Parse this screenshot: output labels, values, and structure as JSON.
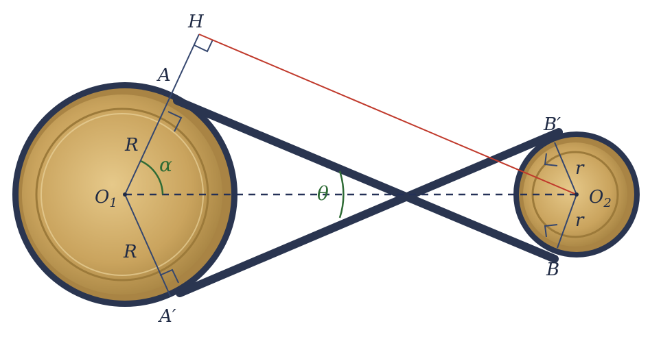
{
  "labels": {
    "H": "H",
    "A": "A",
    "A_prime": "A′",
    "B": "B",
    "B_prime": "B′",
    "R_upper": "R",
    "R_lower": "R",
    "r_upper": "r",
    "r_lower": "r",
    "O1_letter": "O",
    "O1_sub": "1",
    "O2_letter": "O",
    "O2_sub": "2",
    "alpha": "α",
    "theta": "θ"
  },
  "colors": {
    "belt": "#2a3550",
    "pulley_gold": "#c9a560",
    "pulley_rim": "#b08a45",
    "dashed": "#243056",
    "red_line": "#c0392b",
    "green_angle": "#2e6b35",
    "construction": "#34466e"
  }
}
